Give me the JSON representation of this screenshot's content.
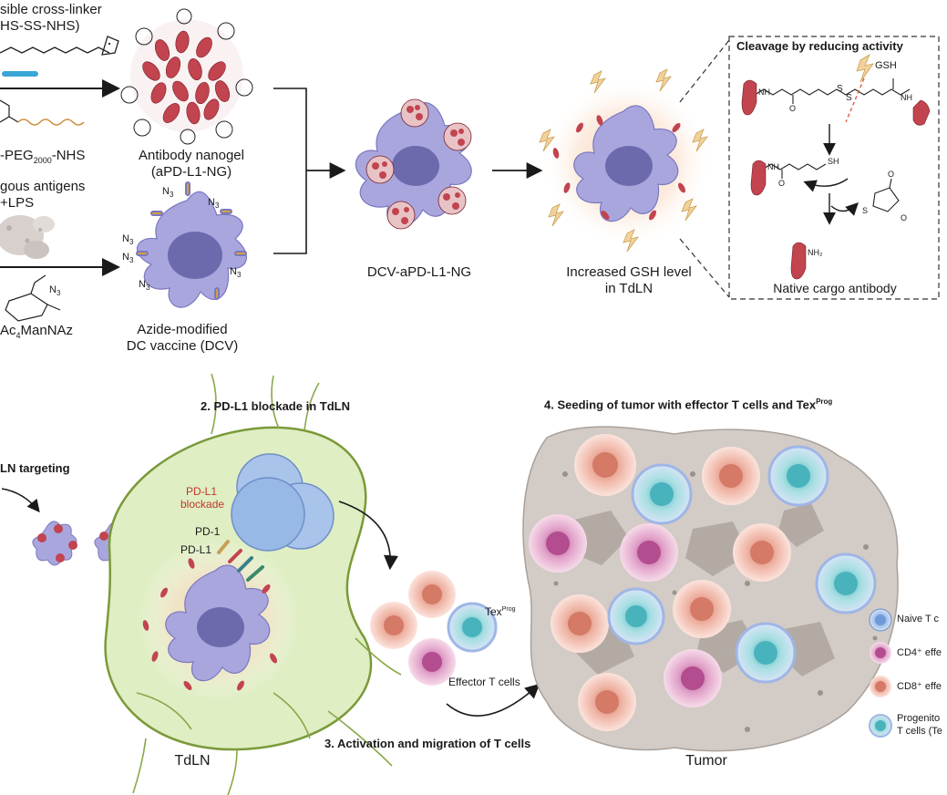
{
  "top": {
    "crosslinker_line1": "sible cross-linker",
    "crosslinker_line2": "HS-SS-NHS)",
    "peg_label": "-PEG",
    "peg_sub": "2000",
    "peg_suffix": "-NHS",
    "antigens_line1": "gous antigens",
    "antigens_line2": "+LPS",
    "manaz_sub": "4",
    "manaz_label": "ManNAz",
    "nanogel_line1": "Antibody nanogel",
    "nanogel_line2": "(aPD-L1-NG)",
    "dcv_line1": "Azide-modified",
    "dcv_line2": "DC vaccine (DCV)",
    "conjugate_label": "DCV-aPD-L1-NG",
    "gsh_line1": "Increased GSH level",
    "gsh_line2": "in TdLN",
    "azide": "N",
    "azide_sub": "3"
  },
  "cleavage": {
    "title": "Cleavage by reducing activity",
    "gsh": "GSH",
    "s": "S",
    "sh": "SH",
    "nh": "NH",
    "nh2": "NH₂",
    "o": "O",
    "product": "Native cargo antibody"
  },
  "bottom": {
    "step1": "LN targeting",
    "step2": "2. PD-L1 blockade in TdLN",
    "step3": "3. Activation and migration of T cells",
    "step4": "4. Seeding of tumor with effector T cells and Tex",
    "step4_sup": "Prog",
    "blockade_line1": "PD-L1",
    "blockade_line2": "blockade",
    "pd1": "PD-1",
    "pdl1": "PD-L1",
    "tdln": "TdLN",
    "tex": "Tex",
    "tex_sup": "Prog",
    "effector": "Effector T cells",
    "tumor": "Tumor"
  },
  "legend": {
    "items": [
      {
        "label": "Naive T c",
        "color": "#7da7e0"
      },
      {
        "label": "CD4⁺ effe",
        "color": "#c05a9c"
      },
      {
        "label": "CD8⁺ effe",
        "color": "#e08a78"
      },
      {
        "label": "Progenito",
        "color": "#5fc1c9"
      }
    ],
    "progenitor_line2": "T cells (Te"
  },
  "colors": {
    "dc": "#9a98d6",
    "dc_nucleus": "#6c6aad",
    "antibody": "#c1444f",
    "lymph": "#dfeec3",
    "lymph_border": "#7a9a3a",
    "tumor": "#cfc8c2"
  }
}
